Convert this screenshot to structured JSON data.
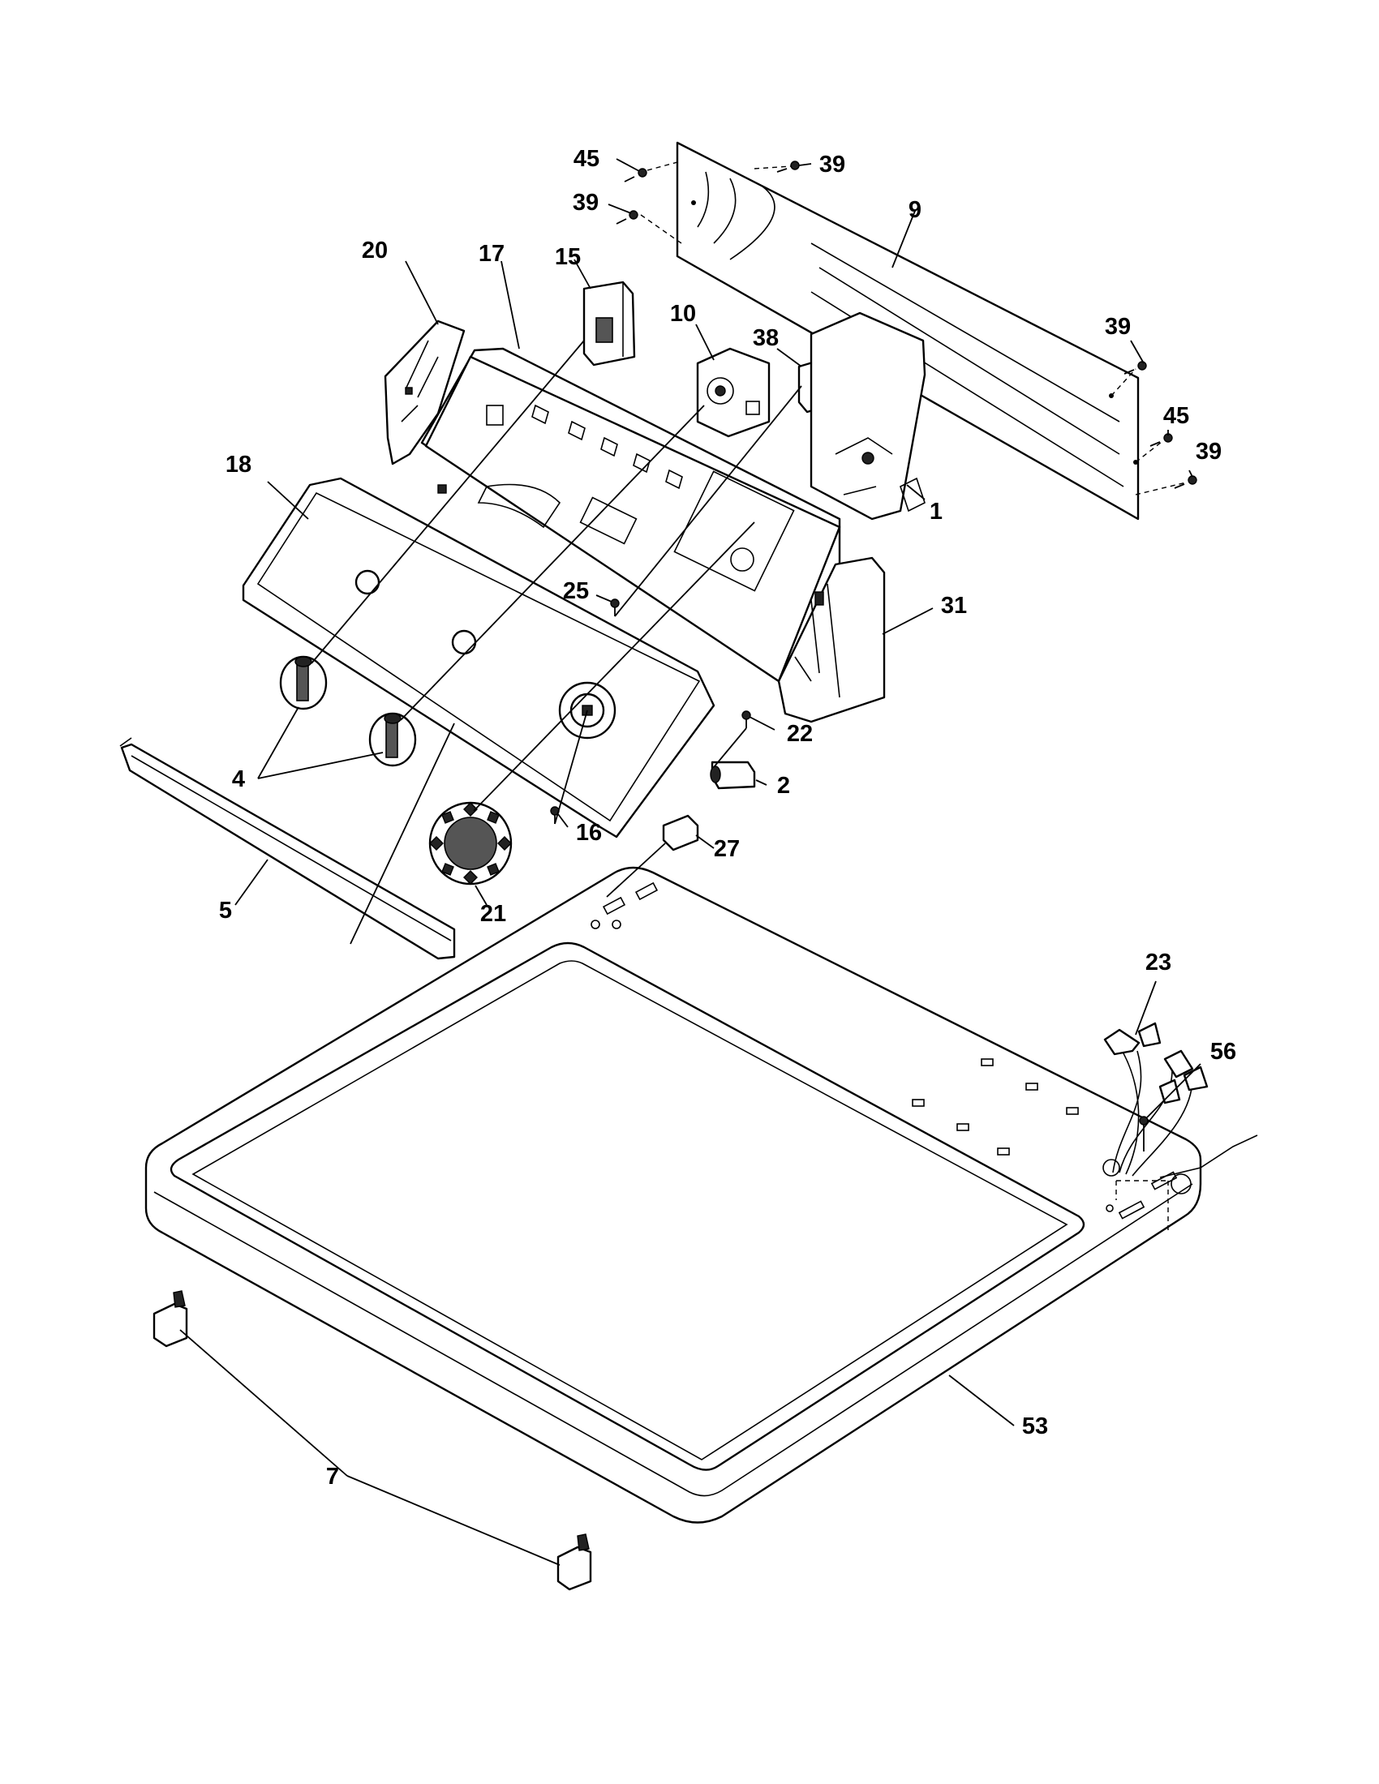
{
  "callouts": [
    {
      "id": "45a",
      "label": "45"
    },
    {
      "id": "39a",
      "label": "39"
    },
    {
      "id": "39b",
      "label": "39"
    },
    {
      "id": "9",
      "label": "9"
    },
    {
      "id": "20",
      "label": "20"
    },
    {
      "id": "17",
      "label": "17"
    },
    {
      "id": "15",
      "label": "15"
    },
    {
      "id": "10",
      "label": "10"
    },
    {
      "id": "38",
      "label": "38"
    },
    {
      "id": "39c",
      "label": "39"
    },
    {
      "id": "45b",
      "label": "45"
    },
    {
      "id": "39d",
      "label": "39"
    },
    {
      "id": "1",
      "label": "1"
    },
    {
      "id": "18",
      "label": "18"
    },
    {
      "id": "25",
      "label": "25"
    },
    {
      "id": "31",
      "label": "31"
    },
    {
      "id": "22",
      "label": "22"
    },
    {
      "id": "4",
      "label": "4"
    },
    {
      "id": "2",
      "label": "2"
    },
    {
      "id": "16",
      "label": "16"
    },
    {
      "id": "27",
      "label": "27"
    },
    {
      "id": "5",
      "label": "5"
    },
    {
      "id": "21",
      "label": "21"
    },
    {
      "id": "23",
      "label": "23"
    },
    {
      "id": "56",
      "label": "56"
    },
    {
      "id": "53",
      "label": "53"
    },
    {
      "id": "7",
      "label": "7"
    }
  ]
}
